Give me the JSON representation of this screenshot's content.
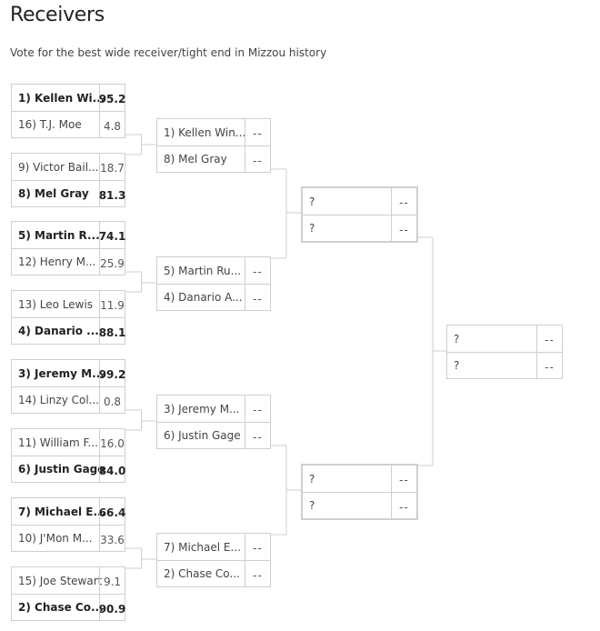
{
  "page": {
    "title": "Receivers",
    "subtitle": "Vote for the best wide receiver/tight end in Mizzou history"
  },
  "round1": [
    {
      "top": {
        "name": "1) Kellen Wi...",
        "score": "95.2",
        "winner": true
      },
      "bottom": {
        "name": "16) T.J. Moe",
        "score": "4.8",
        "winner": false
      }
    },
    {
      "top": {
        "name": "9) Victor Bail...",
        "score": "18.7",
        "winner": false
      },
      "bottom": {
        "name": "8) Mel Gray",
        "score": "81.3",
        "winner": true
      }
    },
    {
      "top": {
        "name": "5) Martin R...",
        "score": "74.1",
        "winner": true
      },
      "bottom": {
        "name": "12) Henry M...",
        "score": "25.9",
        "winner": false
      }
    },
    {
      "top": {
        "name": "13) Leo Lewis",
        "score": "11.9",
        "winner": false
      },
      "bottom": {
        "name": "4) Danario ...",
        "score": "88.1",
        "winner": true
      }
    },
    {
      "top": {
        "name": "3) Jeremy M...",
        "score": "99.2",
        "winner": true
      },
      "bottom": {
        "name": "14) Linzy Col...",
        "score": "0.8",
        "winner": false
      }
    },
    {
      "top": {
        "name": "11) William F...",
        "score": "16.0",
        "winner": false
      },
      "bottom": {
        "name": "6) Justin Gage",
        "score": "84.0",
        "winner": true
      }
    },
    {
      "top": {
        "name": "7) Michael E...",
        "score": "66.4",
        "winner": true
      },
      "bottom": {
        "name": "10) J'Mon M...",
        "score": "33.6",
        "winner": false
      }
    },
    {
      "top": {
        "name": "15) Joe Stewart",
        "score": "9.1",
        "winner": false
      },
      "bottom": {
        "name": "2) Chase Co...",
        "score": "90.9",
        "winner": true
      }
    }
  ],
  "round2": [
    {
      "top": {
        "name": "1) Kellen Win...",
        "score": "--"
      },
      "bottom": {
        "name": "8) Mel Gray",
        "score": "--"
      }
    },
    {
      "top": {
        "name": "5) Martin Ru...",
        "score": "--"
      },
      "bottom": {
        "name": "4) Danario A...",
        "score": "--"
      }
    },
    {
      "top": {
        "name": "3) Jeremy M...",
        "score": "--"
      },
      "bottom": {
        "name": "6) Justin Gage",
        "score": "--"
      }
    },
    {
      "top": {
        "name": "7) Michael E...",
        "score": "--"
      },
      "bottom": {
        "name": "2) Chase Co...",
        "score": "--"
      }
    }
  ],
  "round3": [
    {
      "top": {
        "name": "?",
        "score": "--"
      },
      "bottom": {
        "name": "?",
        "score": "--"
      }
    },
    {
      "top": {
        "name": "?",
        "score": "--"
      },
      "bottom": {
        "name": "?",
        "score": "--"
      }
    }
  ],
  "round4": [
    {
      "top": {
        "name": "?",
        "score": "--"
      },
      "bottom": {
        "name": "?",
        "score": "--"
      }
    }
  ],
  "colors": {
    "border": "#cfcfcf",
    "connector": "#cfcfcf",
    "text": "#444444"
  }
}
